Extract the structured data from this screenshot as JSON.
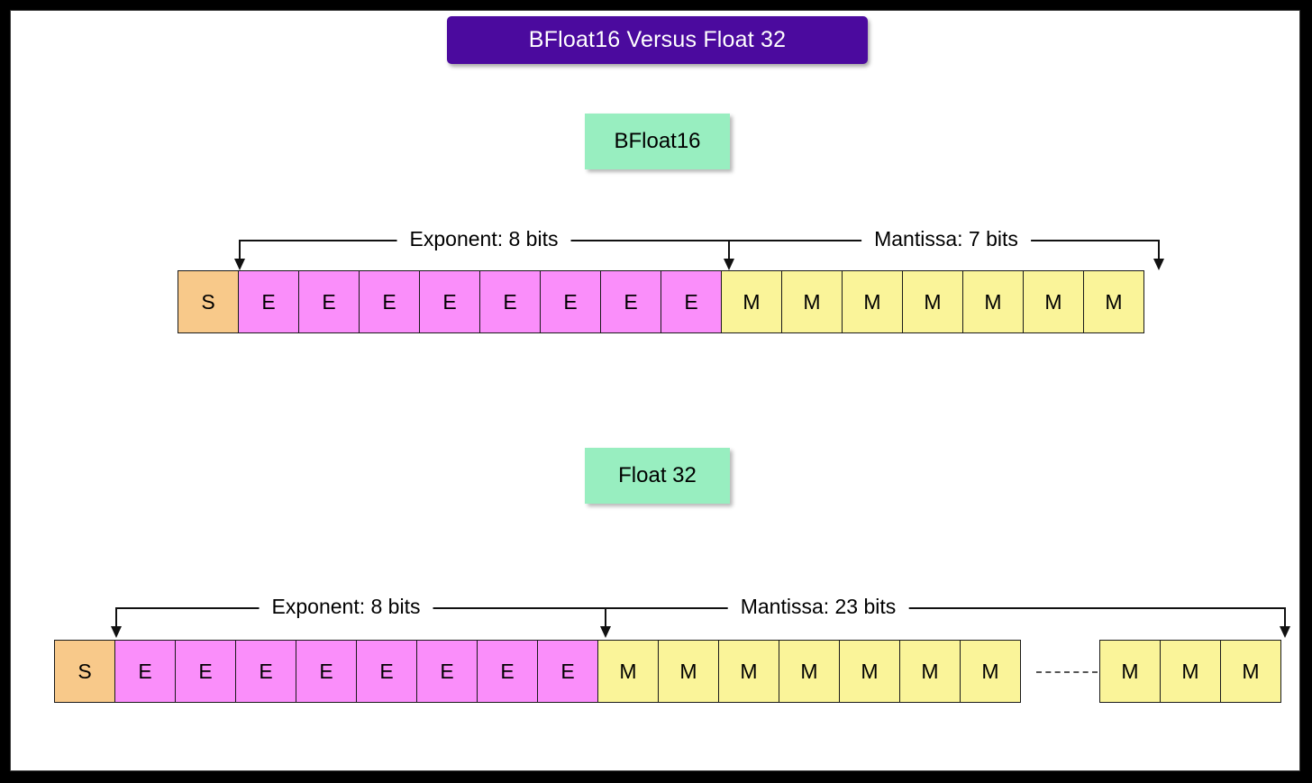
{
  "title": {
    "text": "BFloat16 Versus Float 32"
  },
  "colors": {
    "title_banner": "#4B0A9E",
    "title_text": "#FFFFFF",
    "section_label": "#98EEC0",
    "sign_cell": "#F8C98A",
    "exponent_cell": "#FA8EFA",
    "mantissa_cell": "#FAF499",
    "cell_border": "#1A1A1A",
    "canvas": "#FFFFFF",
    "frame": "#000000"
  },
  "formats": [
    {
      "label": "BFloat16",
      "total_bits": 16,
      "brackets": {
        "exponent_label": "Exponent: 8 bits",
        "mantissa_label": "Mantissa: 7 bits"
      },
      "cells": [
        {
          "type": "sign",
          "letter": "S"
        },
        {
          "type": "exponent",
          "letter": "E"
        },
        {
          "type": "exponent",
          "letter": "E"
        },
        {
          "type": "exponent",
          "letter": "E"
        },
        {
          "type": "exponent",
          "letter": "E"
        },
        {
          "type": "exponent",
          "letter": "E"
        },
        {
          "type": "exponent",
          "letter": "E"
        },
        {
          "type": "exponent",
          "letter": "E"
        },
        {
          "type": "exponent",
          "letter": "E"
        },
        {
          "type": "mantissa",
          "letter": "M"
        },
        {
          "type": "mantissa",
          "letter": "M"
        },
        {
          "type": "mantissa",
          "letter": "M"
        },
        {
          "type": "mantissa",
          "letter": "M"
        },
        {
          "type": "mantissa",
          "letter": "M"
        },
        {
          "type": "mantissa",
          "letter": "M"
        },
        {
          "type": "mantissa",
          "letter": "M"
        }
      ],
      "counts": {
        "sign": 1,
        "exponent": 8,
        "mantissa": 7
      }
    },
    {
      "label": "Float 32",
      "total_bits": 32,
      "brackets": {
        "exponent_label": "Exponent: 8 bits",
        "mantissa_label": "Mantissa: 23 bits"
      },
      "cells_left": [
        {
          "type": "sign",
          "letter": "S"
        },
        {
          "type": "exponent",
          "letter": "E"
        },
        {
          "type": "exponent",
          "letter": "E"
        },
        {
          "type": "exponent",
          "letter": "E"
        },
        {
          "type": "exponent",
          "letter": "E"
        },
        {
          "type": "exponent",
          "letter": "E"
        },
        {
          "type": "exponent",
          "letter": "E"
        },
        {
          "type": "exponent",
          "letter": "E"
        },
        {
          "type": "exponent",
          "letter": "E"
        },
        {
          "type": "mantissa",
          "letter": "M"
        },
        {
          "type": "mantissa",
          "letter": "M"
        },
        {
          "type": "mantissa",
          "letter": "M"
        },
        {
          "type": "mantissa",
          "letter": "M"
        },
        {
          "type": "mantissa",
          "letter": "M"
        },
        {
          "type": "mantissa",
          "letter": "M"
        },
        {
          "type": "mantissa",
          "letter": "M"
        }
      ],
      "ellipsis": "dotted-continuation",
      "cells_right": [
        {
          "type": "mantissa",
          "letter": "M"
        },
        {
          "type": "mantissa",
          "letter": "M"
        },
        {
          "type": "mantissa",
          "letter": "M"
        }
      ],
      "counts": {
        "sign": 1,
        "exponent": 8,
        "mantissa": 23
      }
    }
  ]
}
